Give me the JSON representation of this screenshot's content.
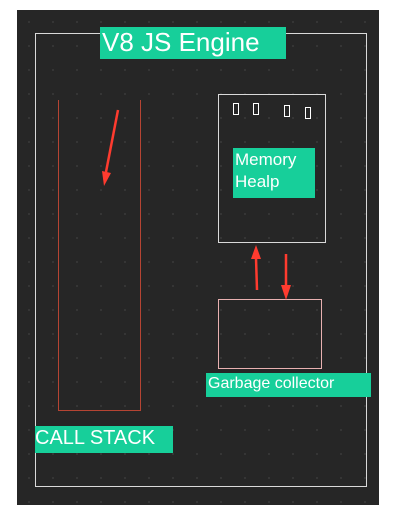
{
  "diagram": {
    "title": "V8 JS Engine",
    "call_stack_label": "CALL STACK",
    "memory_heap_label": "Memory\nHealp",
    "garbage_collector_label": "Garbage collector"
  },
  "colors": {
    "canvas": "#262626",
    "label_bg": "#17cf9a",
    "arrow": "#ff3b2f",
    "frame": "#d9d9d9"
  }
}
